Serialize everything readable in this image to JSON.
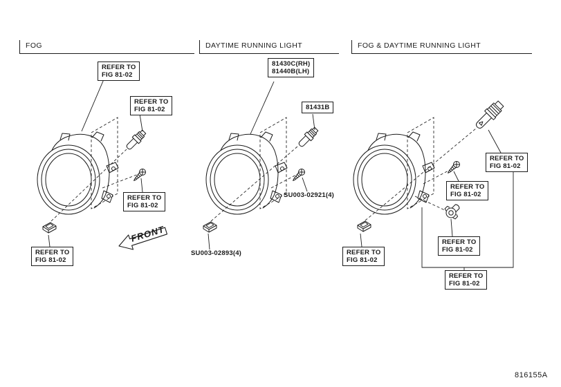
{
  "colors": {
    "ink": "#1a1a1a",
    "background": "#ffffff"
  },
  "doc_number": "816155A",
  "front_label": "FRONT",
  "sections": {
    "fog": {
      "title": "FOG"
    },
    "drl": {
      "title": "DAYTIME RUNNING LIGHT"
    },
    "fog_drl": {
      "title": "FOG & DAYTIME RUNNING LIGHT"
    }
  },
  "ref_label": {
    "line1": "REFER TO",
    "line2": "FIG 81-02"
  },
  "parts": {
    "drl_lamp_rh": "81430C(RH)",
    "drl_lamp_lh": "81440B(LH)",
    "drl_bulb": "81431B",
    "drl_screw": "SU003-02921(4)",
    "drl_clip": "SU003-02893(4)"
  }
}
